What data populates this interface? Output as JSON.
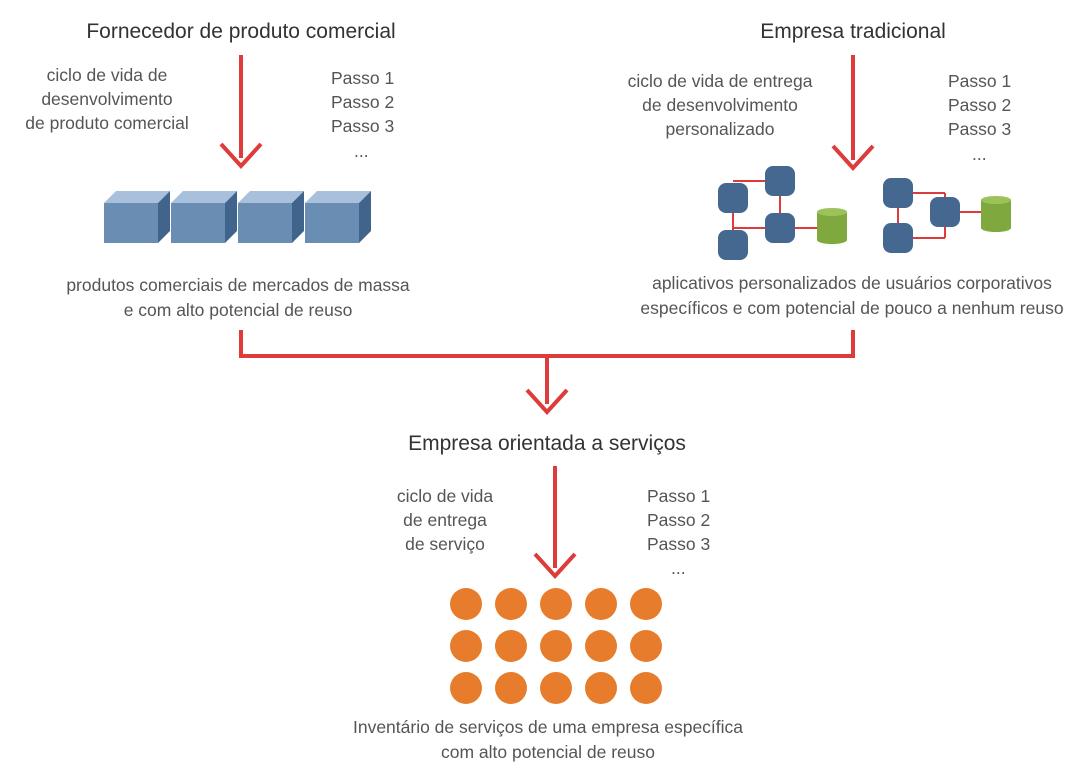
{
  "colors": {
    "arrow": "#dd3c3a",
    "block_front": "#6a8db4",
    "block_top": "#a8c0db",
    "block_side": "#41648c",
    "node_blue": "#44688f",
    "node_green": "#7fa83e",
    "connector": "#dd3c3a",
    "service_circle": "#e77d2c",
    "text": "#555555",
    "title": "#333333"
  },
  "left": {
    "title": "Fornecedor de produto comercial",
    "lifecycle": [
      "ciclo de vida de",
      "desenvolvimento",
      "de produto comercial"
    ],
    "steps": [
      "Passo 1",
      "Passo 2",
      "Passo 3",
      "..."
    ],
    "block_count": 4,
    "caption": [
      "produtos comerciais de mercados de massa",
      "e com alto potencial de reuso"
    ]
  },
  "right": {
    "title": "Empresa tradicional",
    "lifecycle": [
      "ciclo de vida de entrega",
      "de desenvolvimento",
      "personalizado"
    ],
    "steps": [
      "Passo 1",
      "Passo 2",
      "Passo 3",
      "..."
    ],
    "caption": [
      "aplicativos personalizados de usuários corporativos",
      "específicos e com potencial de pouco a nenhum reuso"
    ]
  },
  "bottom": {
    "title": "Empresa orientada a serviços",
    "lifecycle": [
      "ciclo de vida",
      "de entrega",
      "de serviço"
    ],
    "steps": [
      "Passo 1",
      "Passo 2",
      "Passo 3",
      "..."
    ],
    "service_grid": {
      "rows": 3,
      "cols": 5
    },
    "caption": [
      "Inventário de serviços de uma empresa específica",
      "com alto potencial de reuso"
    ]
  }
}
